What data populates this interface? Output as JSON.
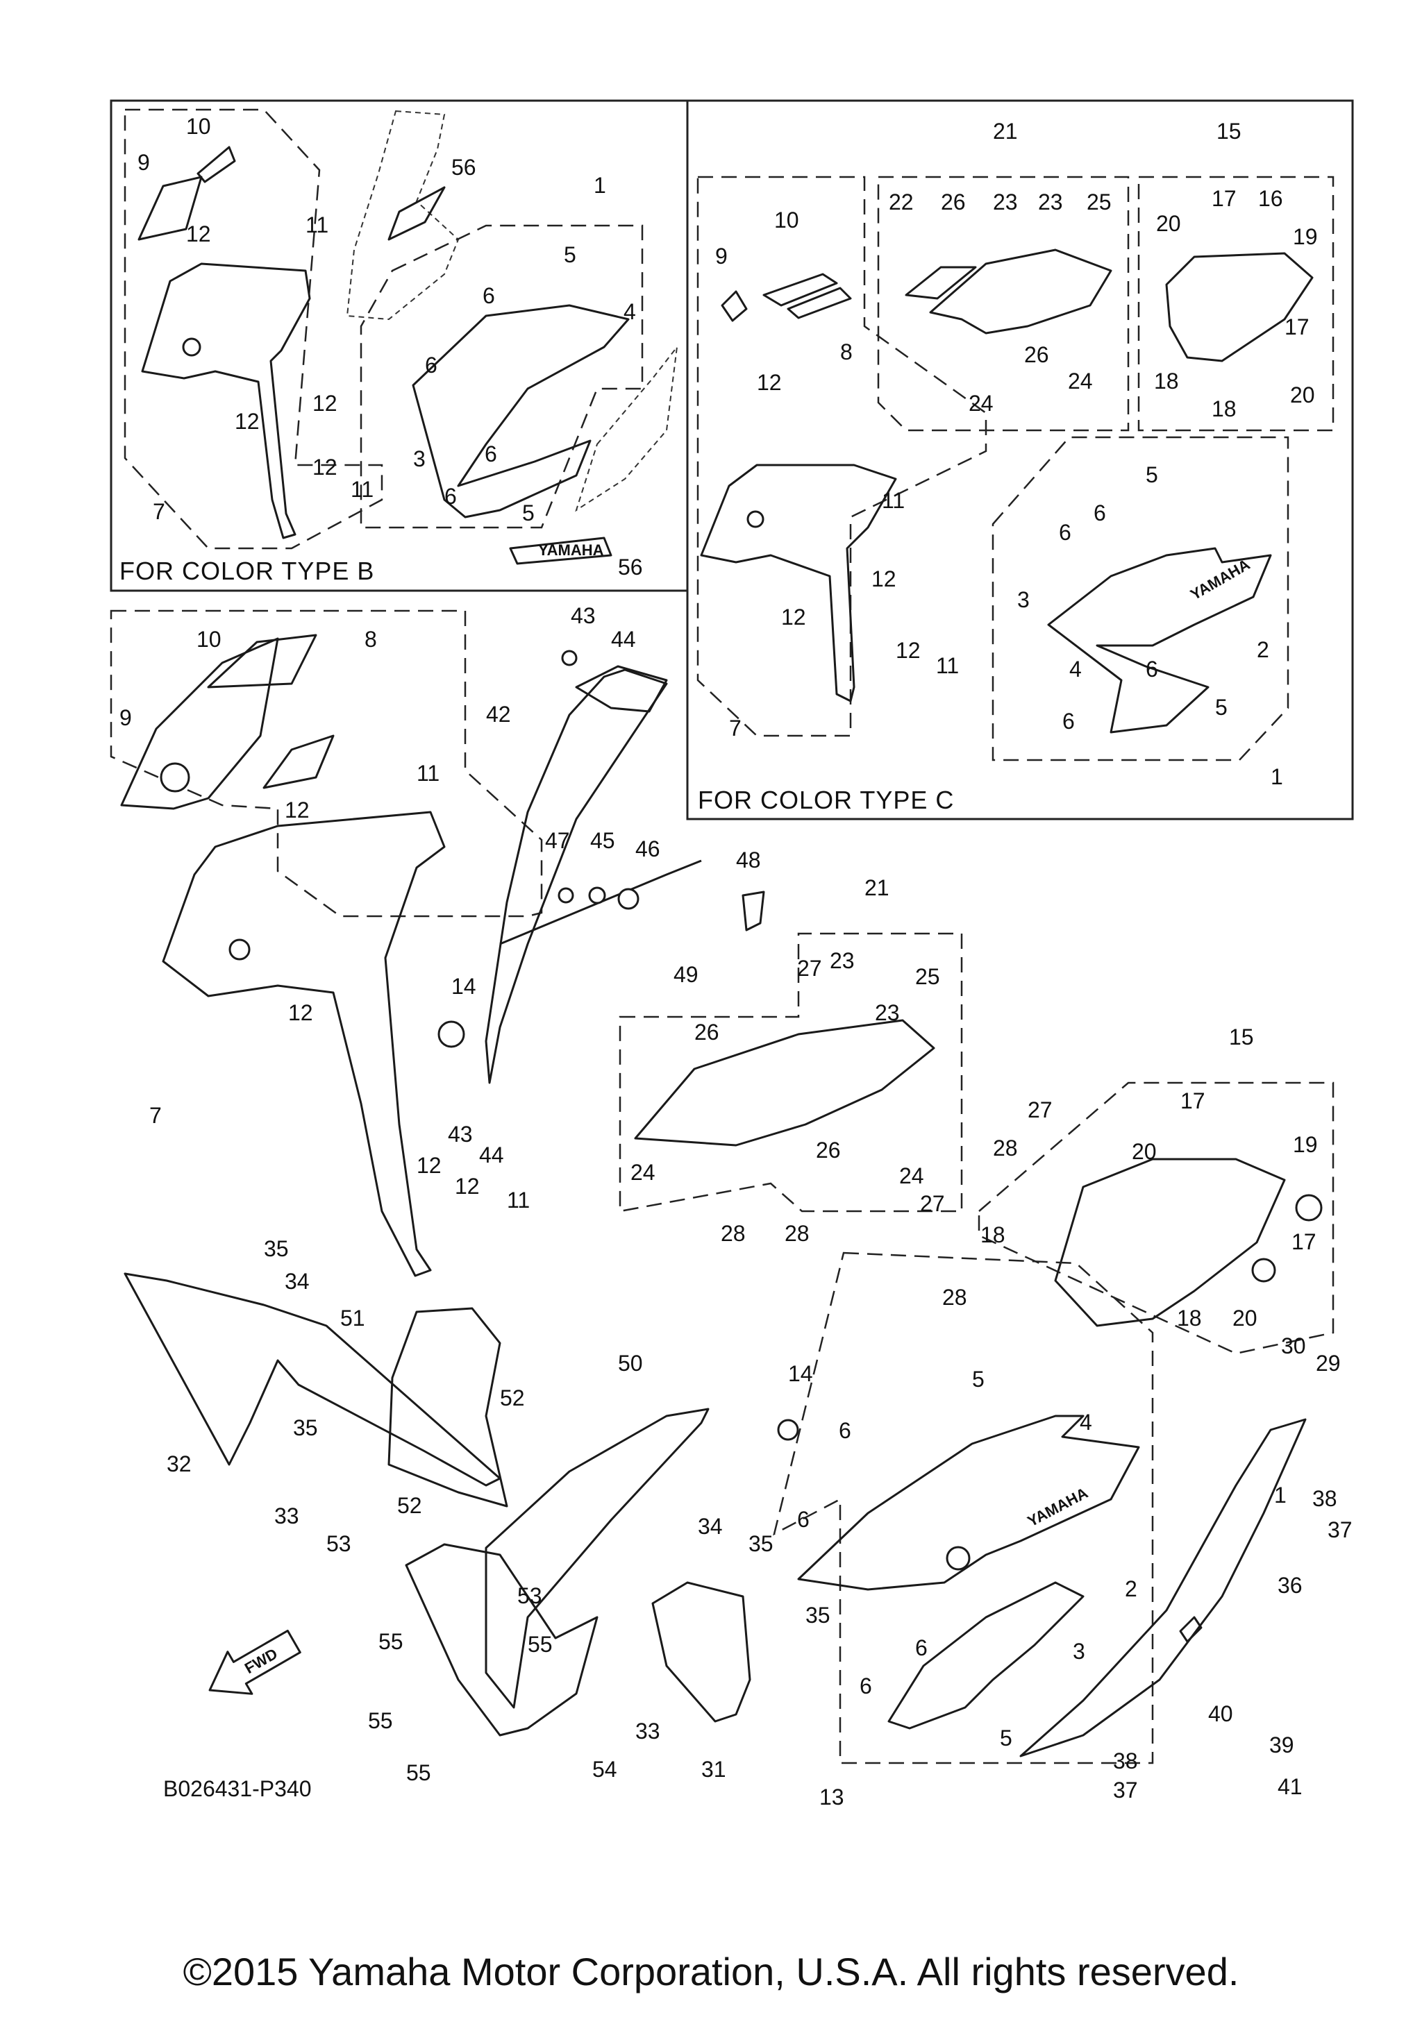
{
  "boxes": {
    "color_b": "FOR COLOR TYPE B",
    "color_c": "FOR COLOR TYPE C"
  },
  "fwd_label": "FWD",
  "brand_badge": "YAMAHA",
  "diagram_code": "B026431-P340",
  "copyright": "©2015 Yamaha Motor Corporation, U.S.A. All rights reserved.",
  "callouts": {
    "b_10": "10",
    "b_9": "9",
    "b_56a": "56",
    "b_1": "1",
    "b_12a": "12",
    "b_11a": "11",
    "b_5a": "5",
    "b_6a": "6",
    "b_4": "4",
    "b_6b": "6",
    "b_12b": "12",
    "b_12c": "12",
    "b_3": "3",
    "b_6c": "6",
    "b_6d": "6",
    "b_12d": "12",
    "b_11b": "11",
    "b_7": "7",
    "b_5b": "5",
    "b_56b": "56",
    "c_21": "21",
    "c_15": "15",
    "c_10": "10",
    "c_9": "9",
    "c_8": "8",
    "c_22": "22",
    "c_26a": "26",
    "c_23a": "23",
    "c_23b": "23",
    "c_25": "25",
    "c_26b": "26",
    "c_24a": "24",
    "c_24b": "24",
    "c_20a": "20",
    "c_17a": "17",
    "c_16": "16",
    "c_19": "19",
    "c_17b": "17",
    "c_18a": "18",
    "c_18b": "18",
    "c_20b": "20",
    "c_12a": "12",
    "c_11a": "11",
    "c_12b": "12",
    "c_12c": "12",
    "c_12d": "12",
    "c_11b": "11",
    "c_7": "7",
    "c_5a": "5",
    "c_6a": "6",
    "c_6b": "6",
    "c_3": "3",
    "c_2": "2",
    "c_4": "4",
    "c_6c": "6",
    "c_6d": "6",
    "c_5b": "5",
    "c_1": "1",
    "m_10": "10",
    "m_8": "8",
    "m_9": "9",
    "m_12a": "12",
    "m_11a": "11",
    "m_12b": "12",
    "m_7": "7",
    "m_12c": "12",
    "m_12d": "12",
    "m_11b": "11",
    "m_43a": "43",
    "m_44a": "44",
    "m_42": "42",
    "m_47": "47",
    "m_45": "45",
    "m_46": "46",
    "m_48": "48",
    "m_49": "49",
    "m_14a": "14",
    "m_43b": "43",
    "m_44b": "44",
    "m_21": "21",
    "m_27a": "27",
    "m_23a": "23",
    "m_25": "25",
    "m_26a": "26",
    "m_23b": "23",
    "m_26b": "26",
    "m_24a": "24",
    "m_24b": "24",
    "m_27b": "27",
    "m_28a": "28",
    "m_28b": "28",
    "m_15": "15",
    "m_27c": "27",
    "m_17a": "17",
    "m_20a": "20",
    "m_28c": "28",
    "m_19": "19",
    "m_18a": "18",
    "m_17b": "17",
    "m_28d": "28",
    "m_18b": "18",
    "m_20b": "20",
    "m_30": "30",
    "m_29": "29",
    "m_35a": "35",
    "m_34a": "34",
    "m_51": "51",
    "m_50": "50",
    "m_14b": "14",
    "m_5a": "5",
    "m_4": "4",
    "m_6a": "6",
    "m_1": "1",
    "m_52a": "52",
    "m_35b": "35",
    "m_32": "32",
    "m_33a": "33",
    "m_53a": "53",
    "m_52b": "52",
    "m_6b": "6",
    "m_38a": "38",
    "m_37a": "37",
    "m_2": "2",
    "m_34b": "34",
    "m_35c": "35",
    "m_36": "36",
    "m_53b": "53",
    "m_35d": "35",
    "m_55a": "55",
    "m_55b": "55",
    "m_3": "3",
    "m_6c": "6",
    "m_6d": "6",
    "m_55c": "55",
    "m_33b": "33",
    "m_5b": "5",
    "m_40": "40",
    "m_39": "39",
    "m_55d": "55",
    "m_54": "54",
    "m_31": "31",
    "m_38b": "38",
    "m_41": "41",
    "m_13": "13",
    "m_37b": "37"
  }
}
